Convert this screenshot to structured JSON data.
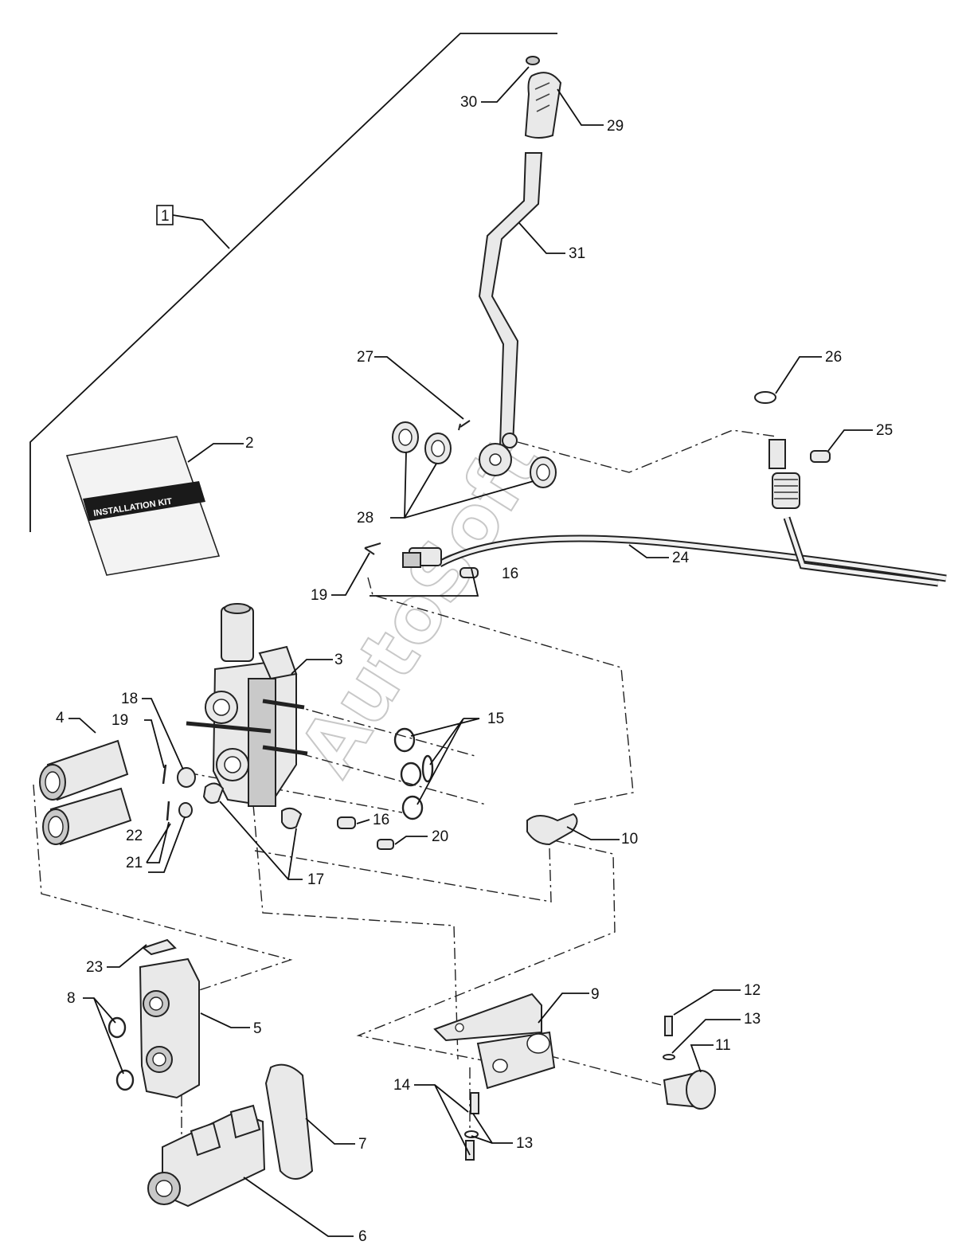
{
  "booklet": {
    "title": "INSTALLATION KIT"
  },
  "watermark": "AutoSoft",
  "kit_number": "1",
  "callouts": {
    "c2": "2",
    "c3": "3",
    "c4": "4",
    "c5": "5",
    "c6": "6",
    "c7": "7",
    "c8": "8",
    "c9": "9",
    "c10": "10",
    "c11": "11",
    "c12": "12",
    "c13a": "13",
    "c13b": "13",
    "c14": "14",
    "c15": "15",
    "c16a": "16",
    "c16b": "16",
    "c17": "17",
    "c18": "18",
    "c19a": "19",
    "c19b": "19",
    "c20": "20",
    "c21": "21",
    "c22": "22",
    "c23": "23",
    "c24": "24",
    "c25": "25",
    "c26": "26",
    "c27": "27",
    "c28": "28",
    "c29": "29",
    "c30": "30",
    "c31": "31"
  }
}
